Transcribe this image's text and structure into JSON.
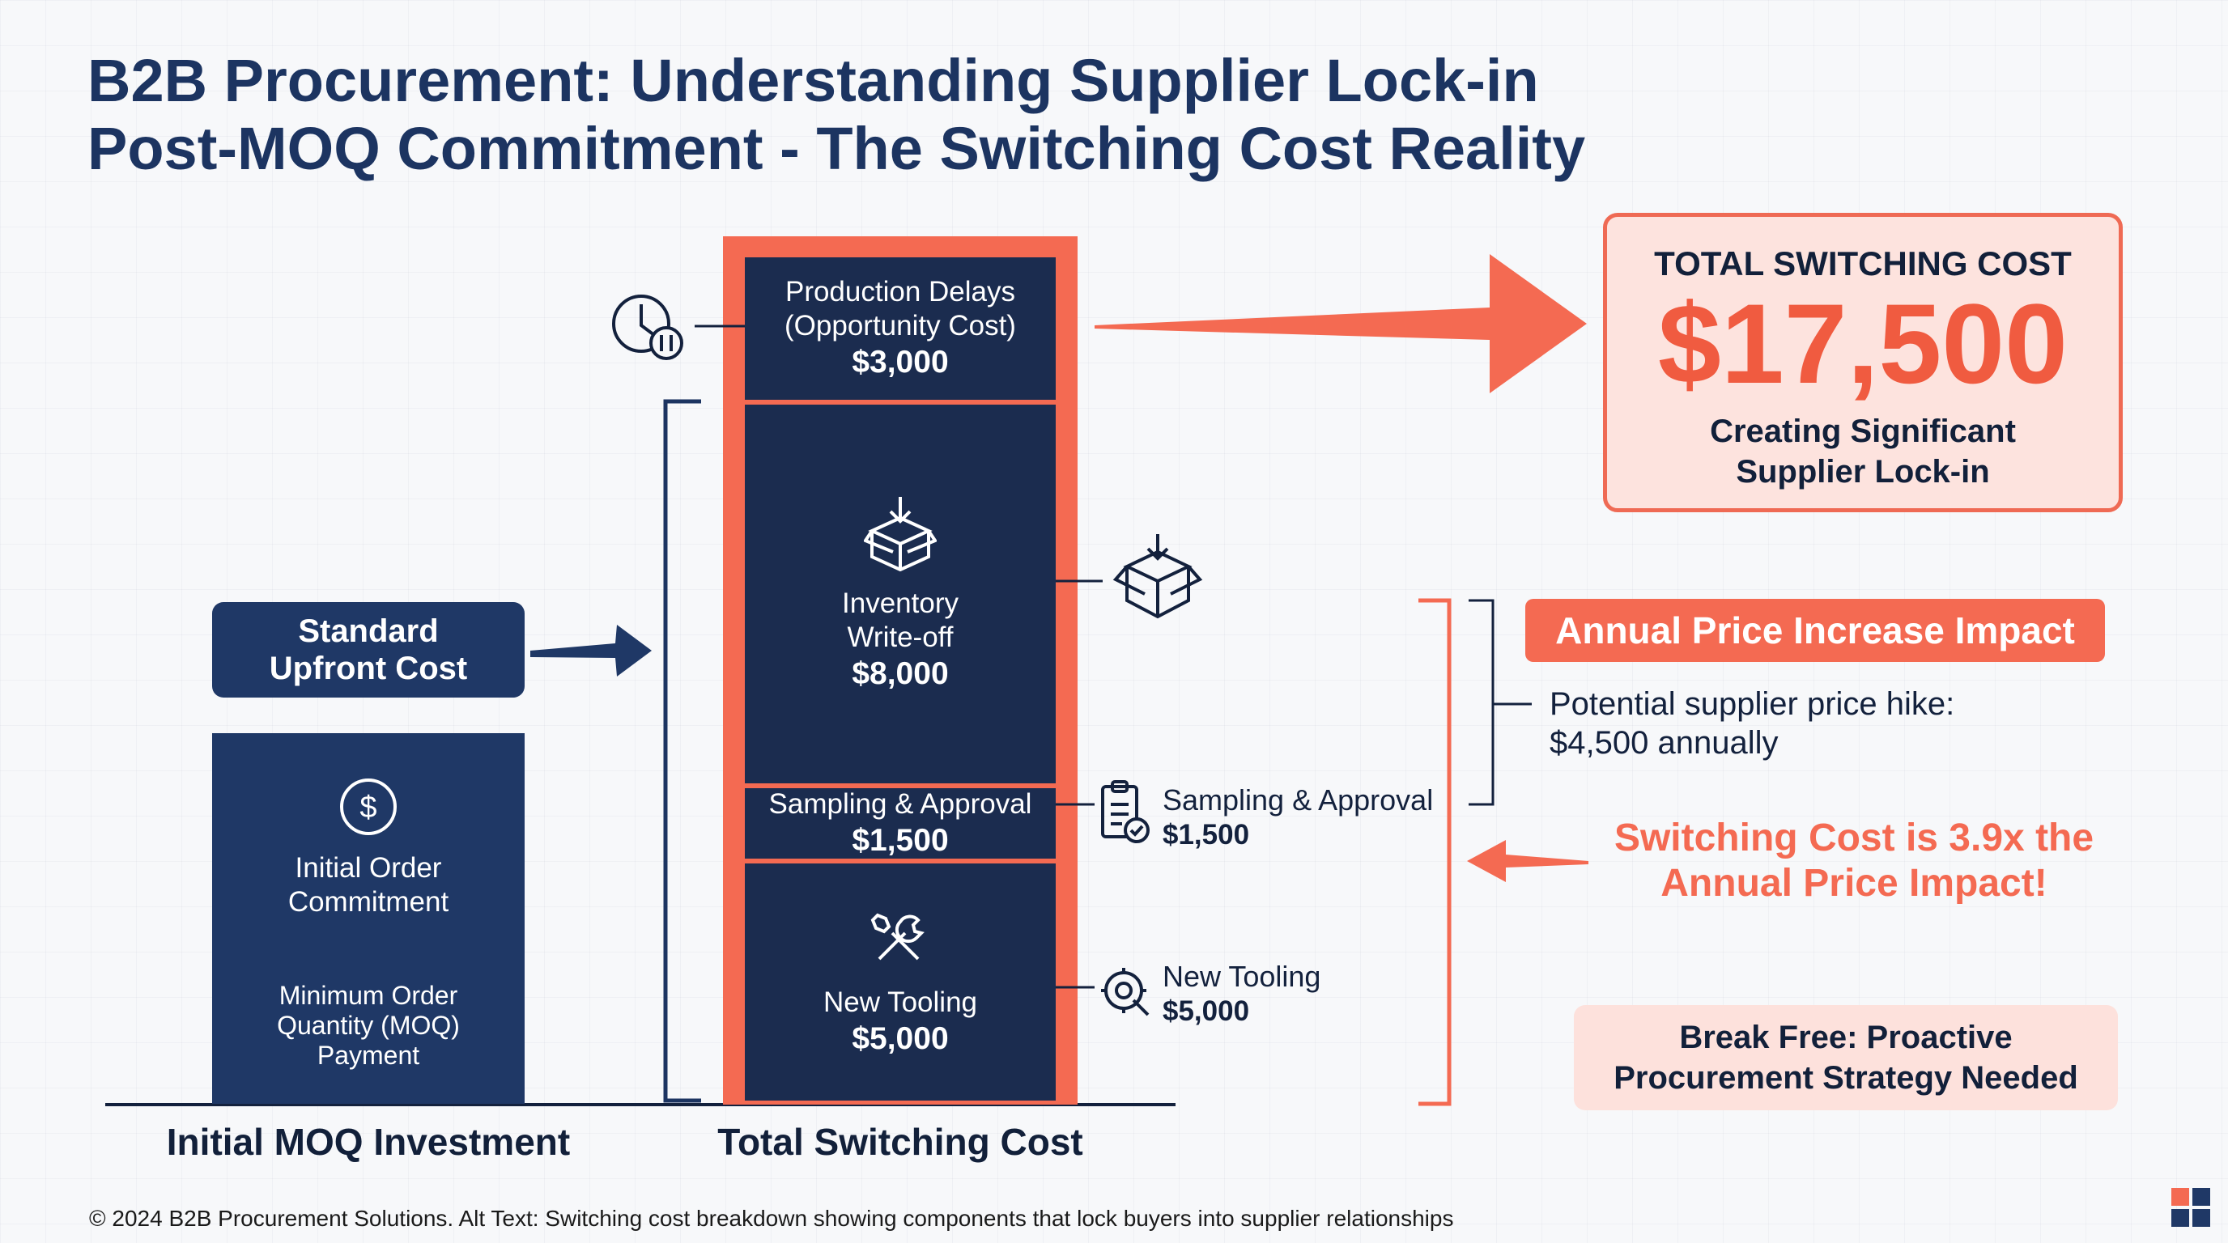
{
  "title_line1": "B2B Procurement: Understanding Supplier Lock-in",
  "title_line2": "Post-MOQ Commitment - The Switching Cost Reality",
  "standard_box": {
    "line1": "Standard",
    "line2": "Upfront Cost"
  },
  "moq_bar": {
    "line1": "Initial Order",
    "line2": "Commitment",
    "line3": "Minimum Order",
    "line4": "Quantity (MOQ)",
    "line5": "Payment"
  },
  "total_box": {
    "heading": "TOTAL SWITCHING COST",
    "value": "$17,500",
    "sub1": "Creating Significant",
    "sub2": "Supplier Lock-in"
  },
  "annual_box": {
    "label": "Annual Price Increase Impact"
  },
  "price_hike": {
    "line1": "Potential supplier price hike:",
    "line2": "$4,500 annually"
  },
  "ratio_note": {
    "line1": "Switching Cost is 3.9x the",
    "line2": "Annual Price Impact!"
  },
  "break_box": {
    "line1": "Break Free: Proactive",
    "line2": "Procurement Strategy Needed"
  },
  "side_labels": {
    "sampling": {
      "label": "Sampling & Approval",
      "value": "$1,500"
    },
    "tooling": {
      "label": "New Tooling",
      "value": "$5,000"
    }
  },
  "footer": "© 2024 B2B Procurement Solutions. Alt Text: Switching cost breakdown showing components that lock buyers into supplier relationships",
  "chart_data": {
    "type": "bar",
    "stacked": true,
    "categories": [
      "Initial MOQ Investment",
      "Total Switching Cost"
    ],
    "total": 17500,
    "segments": [
      {
        "lines": [
          "New Tooling"
        ],
        "value": 5000,
        "value_label": "$5,000",
        "icon": "tools-icon"
      },
      {
        "lines": [
          "Sampling & Approval"
        ],
        "value": 1500,
        "value_label": "$1,500",
        "icon": "clipboard-check-icon"
      },
      {
        "lines": [
          "Inventory",
          "Write-off"
        ],
        "value": 8000,
        "value_label": "$8,000",
        "icon": "box-download-icon"
      },
      {
        "lines": [
          "Production Delays",
          "(Opportunity Cost)"
        ],
        "value": 3000,
        "value_label": "$3,000",
        "icon": "clock-pause-icon"
      }
    ],
    "annual_price_increase": 4500,
    "ratio": 3.9
  },
  "colors": {
    "navy": "#1b2c4f",
    "title_navy": "#1c3461",
    "coral": "#f46a52",
    "coral_light": "#fde3de"
  }
}
